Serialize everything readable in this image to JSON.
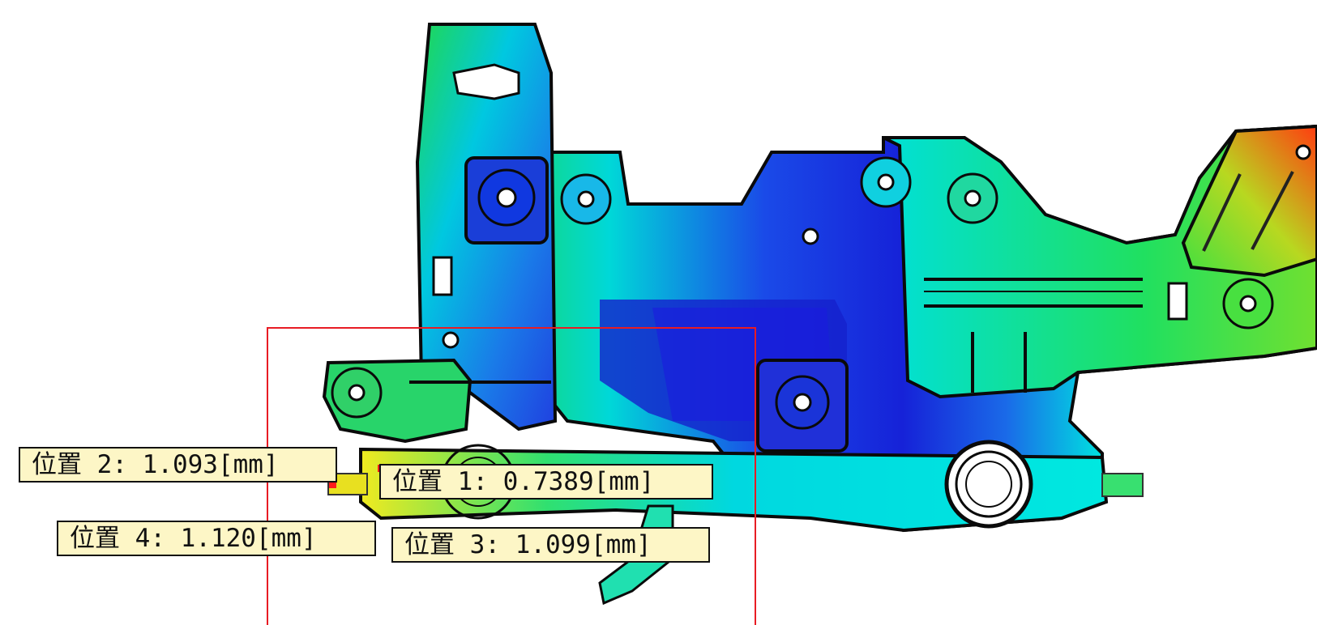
{
  "probes": [
    {
      "id": "probe-1",
      "text": "位置 1: 0.7389[mm]"
    },
    {
      "id": "probe-2",
      "text": "位置 2: 1.093[mm]"
    },
    {
      "id": "probe-3",
      "text": "位置 3: 1.099[mm]"
    },
    {
      "id": "probe-4",
      "text": "位置 4: 1.120[mm]"
    }
  ],
  "colors": {
    "probe_marker": "#ff1a1a",
    "selection_box": "#e81c24",
    "label_background": "#fdf6c6",
    "contour_low": "#1a2bd8",
    "contour_mid": "#00e6e6",
    "contour_mid_high": "#22e030",
    "contour_high": "#ff3a10"
  }
}
